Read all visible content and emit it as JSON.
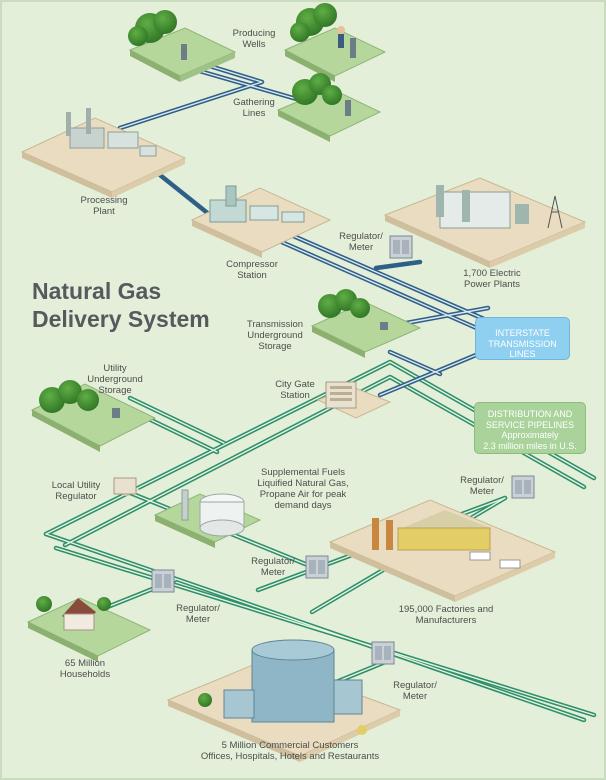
{
  "title": {
    "line1": "Natural Gas",
    "line2": "Delivery System"
  },
  "labels": {
    "producing_wells": "Producing\nWells",
    "gathering_lines": "Gathering\nLines",
    "processing_plant": "Processing\nPlant",
    "compressor_station": "Compressor\nStation",
    "regulator_meter_power": "Regulator/\nMeter",
    "power_plants": "1,700 Electric\nPower Plants",
    "transmission_storage": "Transmission\nUnderground\nStorage",
    "utility_storage": "Utility\nUnderground\nStorage",
    "city_gate": "City Gate\nStation",
    "local_regulator": "Local Utility\nRegulator",
    "supplemental_fuels": "Supplemental Fuels\nLiquified Natural Gas,\nPropane Air for peak\ndemand days",
    "regulator_meter_factories": "Regulator/\nMeter",
    "regulator_meter_left": "Regulator/\nMeter",
    "factories": "195,000 Factories and\nManufacturers",
    "regulator_meter_households": "Regulator/\nMeter",
    "households": "65 Million\nHouseholds",
    "regulator_meter_commercial": "Regulator/\nMeter",
    "commercial": "5 Million Commercial Customers\nOffices, Hospitals, Hotels and Restaurants"
  },
  "callouts": {
    "interstate": "INTERSTATE\nTRANSMISSION\nLINES",
    "distribution": "DISTRIBUTION AND\nSERVICE PIPELINES\nApproximately\n2.3 million miles in U.S."
  },
  "colors": {
    "background": "#e4efd9",
    "transmission_pipe": "#2f5f86",
    "distribution_pipe": "#2e8f6a",
    "interstate_box": "#8fcff0",
    "distribution_box": "#a9d39a",
    "ground": "#b6d79b",
    "tree": "#3d8a2c"
  }
}
